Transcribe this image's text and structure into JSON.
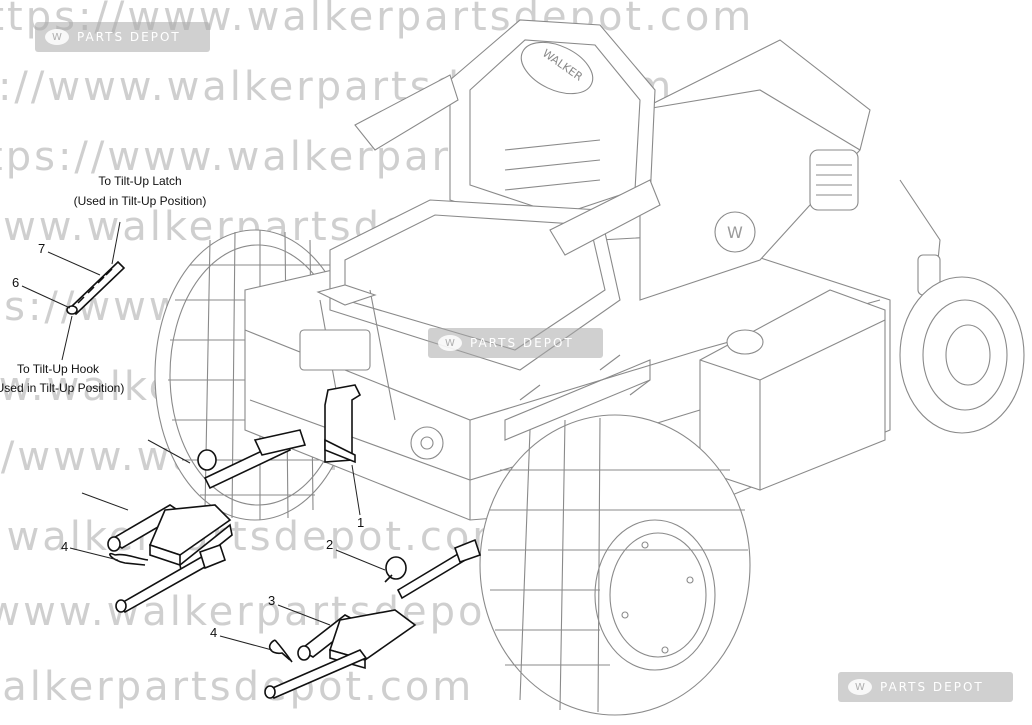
{
  "watermark": {
    "url_text": "https://www.walkerpartsdepot.com",
    "badge_text": "PARTS DEPOT"
  },
  "seat_brand": "WALKER",
  "labels": {
    "latch_line1": "To Tilt-Up Latch",
    "latch_line2": "(Used in Tilt-Up Position)",
    "hook_line1": "To Tilt-Up Hook",
    "hook_line2": "(Used in Tilt-Up Position)"
  },
  "callouts": {
    "c1": "1",
    "c2": "2",
    "c3": "3",
    "c4a": "4",
    "c4b": "4",
    "c6": "6",
    "c7": "7"
  }
}
